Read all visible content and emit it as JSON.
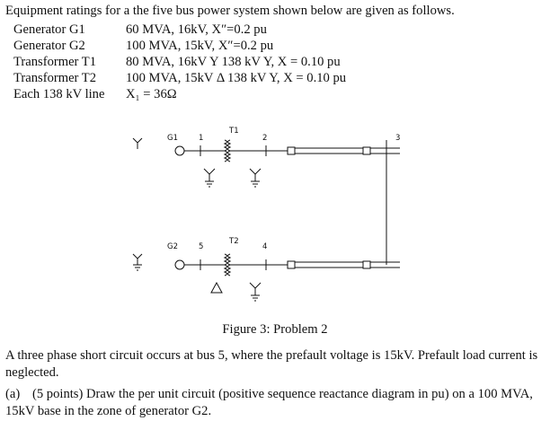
{
  "intro": "Equipment ratings for a the five bus power system shown below are given as follows.",
  "ratings": [
    {
      "label": "Generator G1",
      "value": "60 MVA, 16kV, X″=0.2 pu"
    },
    {
      "label": "Generator G2",
      "value": "100 MVA, 15kV, X″=0.2 pu"
    },
    {
      "label": "Transformer T1",
      "value": "80 MVA, 16kV Y  138 kV Y, X = 0.10 pu"
    },
    {
      "label": "Transformer T2",
      "value": "100 MVA, 15kV Δ  138 kV Y, X = 0.10 pu"
    },
    {
      "label": "Each 138 kV line",
      "value": "X₁ = 36Ω"
    }
  ],
  "figure": {
    "labels": {
      "g1": "G1",
      "t1": "T1",
      "g2": "G2",
      "t2": "T2",
      "bus1": "1",
      "bus2": "2",
      "bus3": "3",
      "bus4": "4",
      "bus5": "5"
    },
    "caption": "Figure 3: Problem 2"
  },
  "problem": "A three phase short circuit occurs at bus 5, where the prefault voltage is 15kV. Prefault load current is neglected.",
  "part_a": {
    "label": "(a)",
    "text": "(5 points) Draw the per unit circuit (positive sequence reactance diagram in pu) on a 100 MVA, 15kV base in the zone of generator G2."
  }
}
